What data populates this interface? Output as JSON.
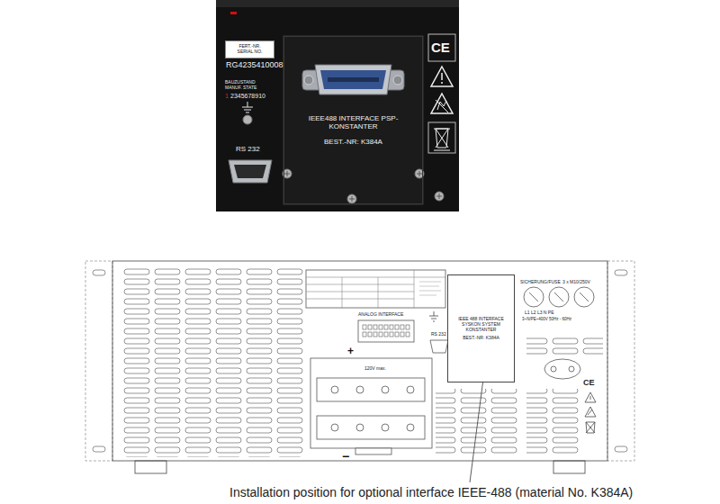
{
  "diagram": {
    "caption": "Installation position for optional interface IEEE-488 (material No. K384A)",
    "nodes": [
      {
        "text": [
          "FERT.-NR. SERIAL NO."
        ]
      },
      {
        "text": [
          "IEEE488 INTERFACE PSP-KONSTANTER",
          "BEST.-NR: K384A"
        ]
      },
      {
        "text": [
          "IEEE 488 INTERFACE SYSKON SYSTEM KONSTANTER",
          "BEST.-NR: K384A"
        ]
      }
    ],
    "labels": [
      "RG4235410008",
      "BAUZUSTAND MANUF. STATE",
      "1",
      "2345678910",
      "RS 232",
      "CE",
      "ANALOG INTERFACE",
      "RS 232",
      "+",
      "120V max.",
      "−",
      "SICHERUNG/FUSE",
      "3 x M10/250V",
      "L1 L2 L3 N PE",
      "3~N/PE~400V 50Hz - 60Hz",
      "CE"
    ]
  }
}
